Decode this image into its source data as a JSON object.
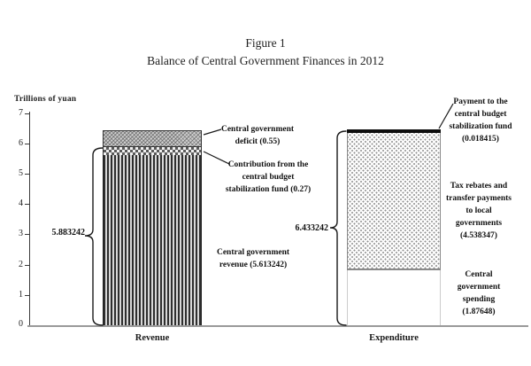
{
  "figure": {
    "title": "Figure 1",
    "subtitle": "Balance of Central Government Finances in 2012"
  },
  "y_axis": {
    "label": "Trillions of yuan",
    "ticks": [
      "7",
      "6",
      "5",
      "4",
      "3",
      "2",
      "1",
      "0"
    ]
  },
  "x_labels": {
    "revenue": "Revenue",
    "expenditure": "Expenditure"
  },
  "annotations": {
    "deficit": "Central government\ndeficit (0.55)",
    "contribution": "Contribution from the\ncentral budget\nstabilization fund (0.27)",
    "revenue": "Central government\nrevenue (5.613242)",
    "payment": "Payment to the\ncentral budget\nstabilization fund\n(0.018415)",
    "tax": "Tax rebates and\ntransfer payments\nto local\ngovernments\n(4.538347)",
    "spending": "Central\ngovernment\nspending\n(1.87648)",
    "revenue_brace_value": "5.883242",
    "expenditure_brace_value": "6.433242"
  },
  "colors": {
    "ink": "#1a1a1a",
    "axis_baseline_gray": "#9a9a9a",
    "hatch_gray": "#cfcfcf",
    "solid_black_band": "#0d0d0d"
  },
  "chart_data": {
    "type": "bar",
    "stacked": true,
    "title": "Figure 1",
    "subtitle": "Balance of Central Government Finances in 2012",
    "ylabel": "Trillions of yuan",
    "ylim": [
      0,
      7
    ],
    "yticks": [
      0,
      1,
      2,
      3,
      4,
      5,
      6,
      7
    ],
    "grid": false,
    "legend_position": "none",
    "categories": [
      "Revenue",
      "Expenditure"
    ],
    "series": [
      {
        "category": "Revenue",
        "total": 6.433242,
        "segments": [
          {
            "name": "Central government revenue",
            "value": 5.613242,
            "pattern": "vertical-stripes"
          },
          {
            "name": "Contribution from the central budget stabilization fund",
            "value": 0.27,
            "pattern": "checkerboard"
          },
          {
            "name": "Central government deficit",
            "value": 0.55,
            "pattern": "gray-diagonal-hatch"
          }
        ],
        "brace": {
          "label": "5.883242",
          "span": [
            0,
            5.883242
          ]
        }
      },
      {
        "category": "Expenditure",
        "total": 6.433242,
        "segments": [
          {
            "name": "Central government spending",
            "value": 1.87648,
            "pattern": "plain-white"
          },
          {
            "name": "Tax rebates and transfer payments to local governments",
            "value": 4.538347,
            "pattern": "dots"
          },
          {
            "name": "Payment to the central budget stabilization fund",
            "value": 0.018415,
            "pattern": "solid-black"
          }
        ],
        "brace": {
          "label": "6.433242",
          "span": [
            0,
            6.433242
          ]
        }
      }
    ]
  }
}
